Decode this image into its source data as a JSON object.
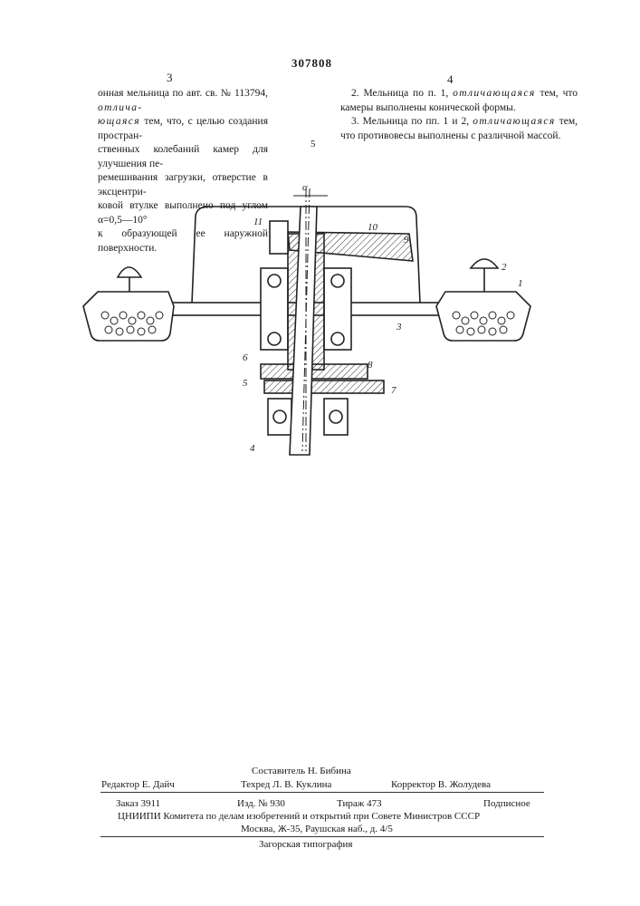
{
  "header": {
    "patent_number": "307808",
    "col_left_num": "3",
    "col_right_num": "4",
    "line_marker": "5"
  },
  "left_column": {
    "lines": [
      "онная мельница по авт. св. № 113794, ",
      "отлича-",
      "ющаяся",
      " тем, что, с целью создания простран-",
      "ственных колебаний камер для улучшения пе-",
      "ремешивания загрузки, отверстие в эксцентри-",
      "ковой втулке выполнено под углом α=0,5—10°",
      "к образующей ее наружной поверхности."
    ]
  },
  "right_column": {
    "claim2_start": "2. Мельница по п. 1, ",
    "claim2_italic": "отличающаяся",
    "claim2_rest": " тем, что камеры выполнены конической формы.",
    "claim3_start": "3. Мельница по пп. 1 и 2, ",
    "claim3_italic": "отличающаяся",
    "claim3_rest": " тем, что противовесы выполнены с различной массой."
  },
  "figure": {
    "angle_label": "α",
    "part_labels": [
      "1",
      "2",
      "3",
      "4",
      "5",
      "6",
      "7",
      "8",
      "9",
      "10",
      "11"
    ]
  },
  "footer": {
    "compiler": "Составитель Н. Бибина",
    "editor": "Редактор Е. Дайч",
    "techred": "Техред Л. В. Куклина",
    "corrector": "Корректор В. Жолудева",
    "order": "Заказ 3911",
    "edition": "Изд. № 930",
    "print_run": "Тираж 473",
    "subscription": "Подписное",
    "org": "ЦНИИПИ Комитета по делам изобретений и открытий при Совете Министров СССР",
    "address": "Москва, Ж-35, Раушская наб., д. 4/5",
    "printer": "Загорская типография"
  }
}
